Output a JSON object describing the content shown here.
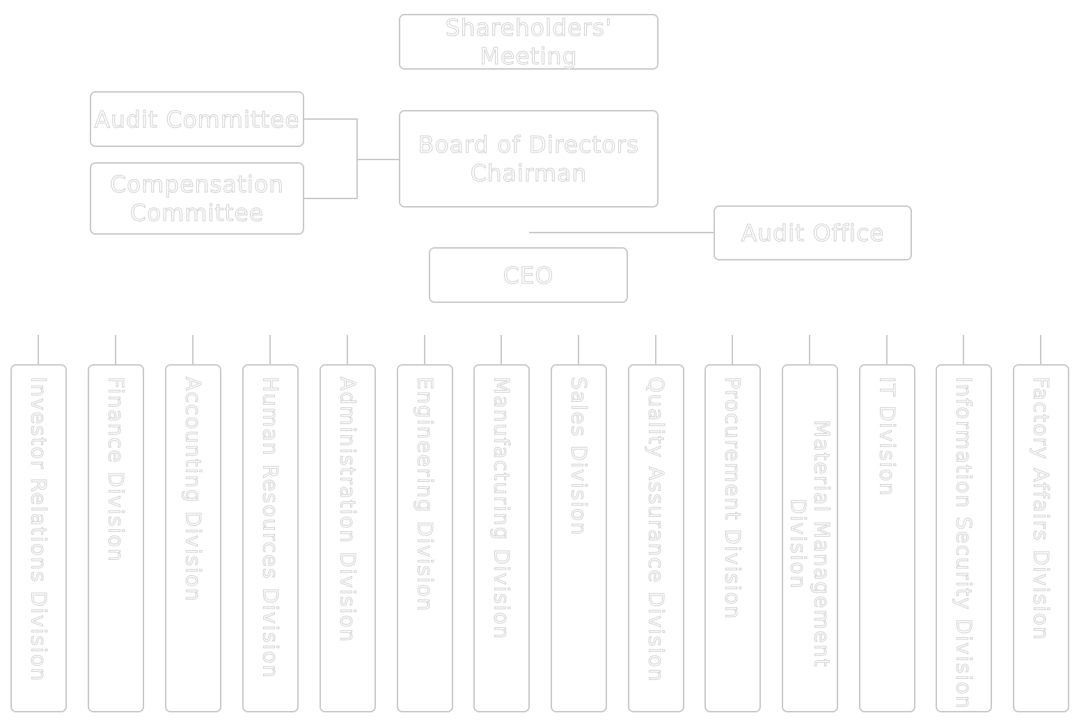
{
  "governance": {
    "shareholders": "Shareholders' Meeting",
    "board_line1": "Board of Directors",
    "board_line2": "Chairman",
    "audit_committee": "Audit Committee",
    "compensation_committee": "Compensation Committee",
    "audit_office": "Audit Office",
    "ceo": "CEO"
  },
  "divisions": [
    "Investor Relations Division",
    "Finance Division",
    "Accounting Division",
    "Human Resources Division",
    "Administration Division",
    "Engineering Division",
    "Manufacturing Division",
    "Sales Division",
    "Quality Assurance Division",
    "Procurement Division",
    "Material Management Division",
    "IT Division",
    "Information Security Division",
    "Factory Affairs Division"
  ],
  "colors": {
    "box_border": "#c8c8c8",
    "text_outline": "#cfcfcf",
    "text_fill": "#ffffff",
    "background": "#ffffff"
  }
}
